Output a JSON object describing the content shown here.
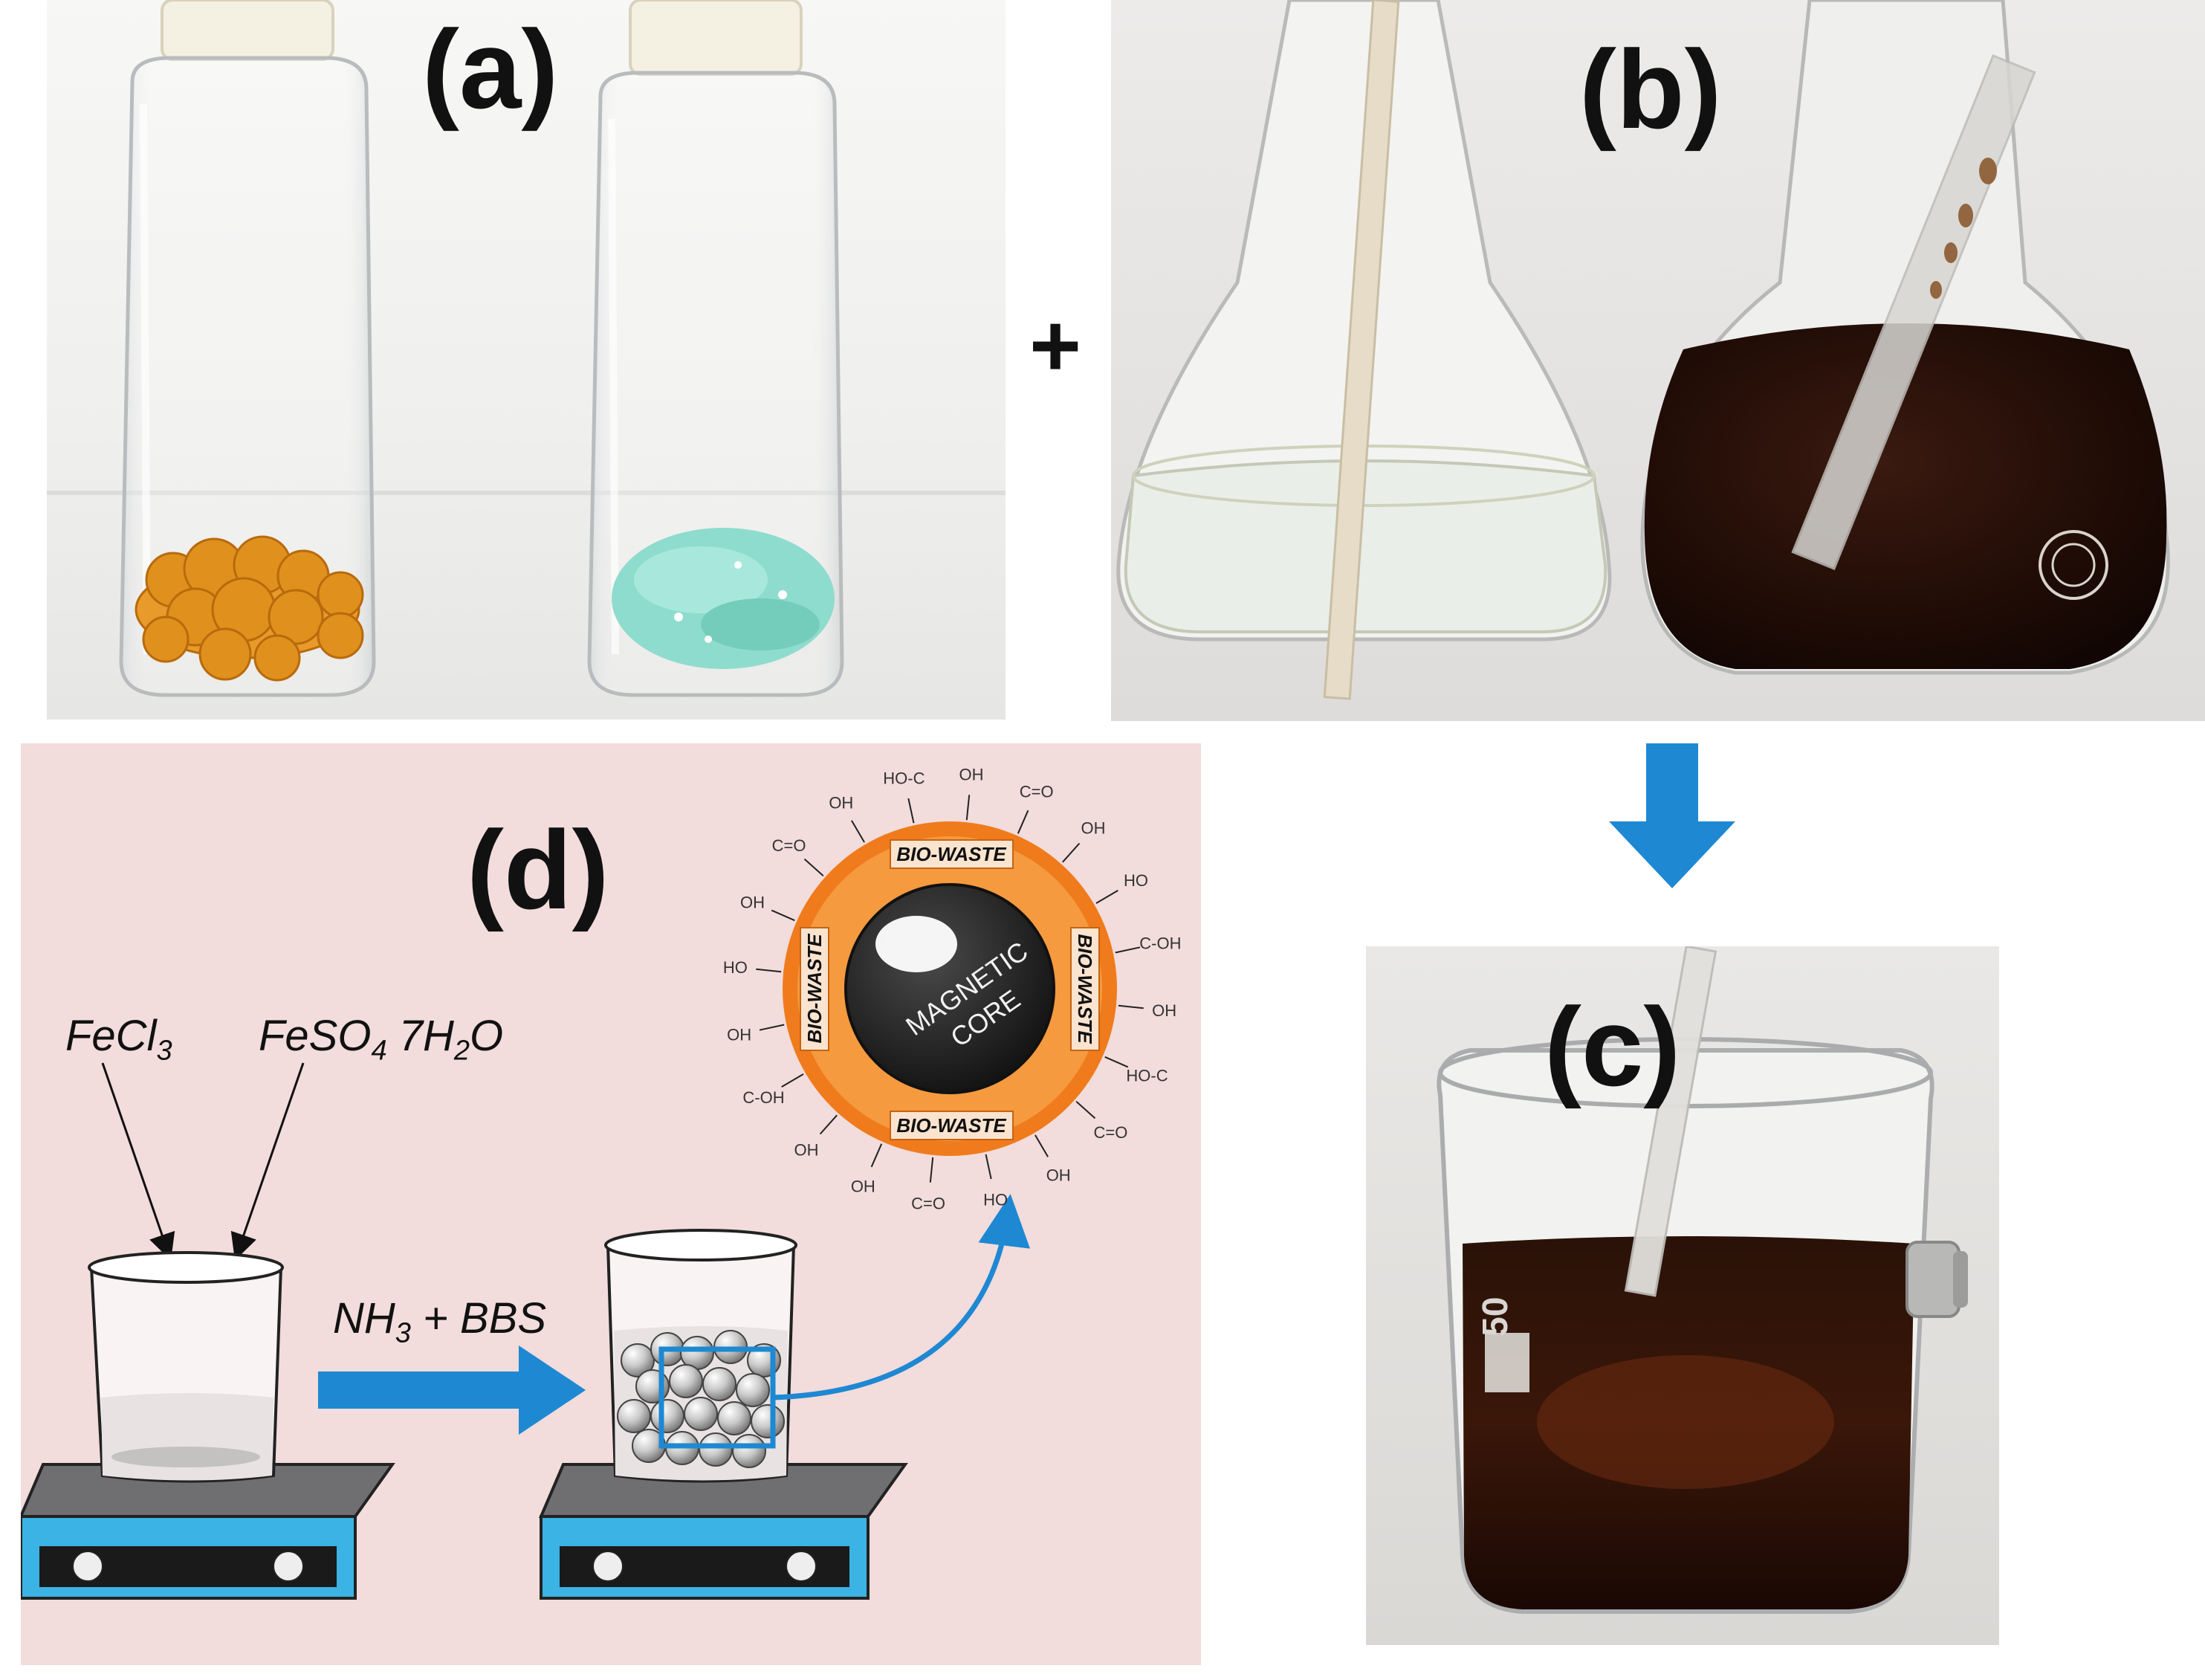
{
  "figure": {
    "panels": {
      "a": {
        "label": "(a)"
      },
      "b": {
        "label": "(b)"
      },
      "c": {
        "label": "(c)",
        "beaker_marking": "50"
      },
      "d": {
        "label": "(d)"
      }
    },
    "plus_sign": "+",
    "schematic": {
      "reagent_1": {
        "base": "FeCl",
        "sub": "3"
      },
      "reagent_2": {
        "p1": "FeSO",
        "s1": "4",
        "p2": " 7H",
        "s2": "2",
        "p3": "O"
      },
      "process": {
        "p1": "NH",
        "s1": "3",
        "p2": " + BBS"
      },
      "core_line_1": "MAGNETIC",
      "core_line_2": "CORE",
      "shell_label": "BIO-WASTE",
      "functional_groups": [
        "OH",
        "C=O",
        "OH",
        "HO",
        "C-OH",
        "OH",
        "HO-C",
        "C=O",
        "OH",
        "HO",
        "C=O",
        "OH",
        "OH",
        "C-OH",
        "OH",
        "HO",
        "OH",
        "C=O",
        "OH",
        "HO-C"
      ]
    },
    "colors": {
      "arrow_blue": "#1e88d2",
      "shell_orange": "#f07b1c",
      "core_dark": "#222222",
      "crystal_orange": "#e0901d",
      "crystal_green": "#7fd3c3",
      "solution_dark": "#1e0b05",
      "stirrer_blue": "#3bb3e4",
      "schematic_bg": "#f2dcdc"
    }
  }
}
